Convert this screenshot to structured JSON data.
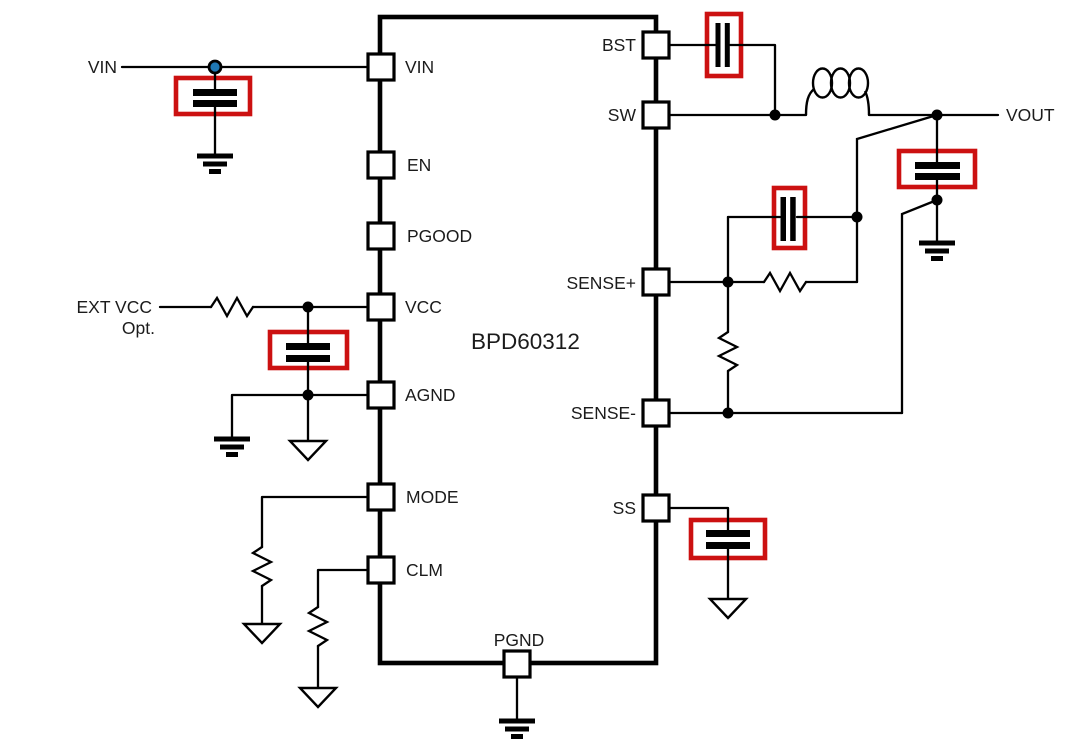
{
  "diagram": {
    "kind": "typical-application-circuit-schematic",
    "chip": {
      "part_number": "BPD60312",
      "left_pins": [
        "VIN",
        "EN",
        "PGOOD",
        "VCC",
        "AGND",
        "MODE",
        "CLM"
      ],
      "right_pins": [
        "BST",
        "SW",
        "SENSE+",
        "SENSE-",
        "SS"
      ],
      "bottom_pins": [
        "PGND"
      ]
    },
    "net_labels": {
      "input": "VIN",
      "ext_vcc": "EXT VCC",
      "ext_vcc_note": "Opt.",
      "output": "VOUT"
    },
    "colors": {
      "highlight_box": "#cc1111",
      "vin_junction_dot": "#1f78b4",
      "line": "#000000"
    },
    "highlighted_components": [
      "input-capacitor",
      "vcc-bypass-capacitor",
      "bootstrap-capacitor",
      "sense-feedforward-capacitor",
      "output-capacitor",
      "soft-start-capacitor"
    ]
  }
}
